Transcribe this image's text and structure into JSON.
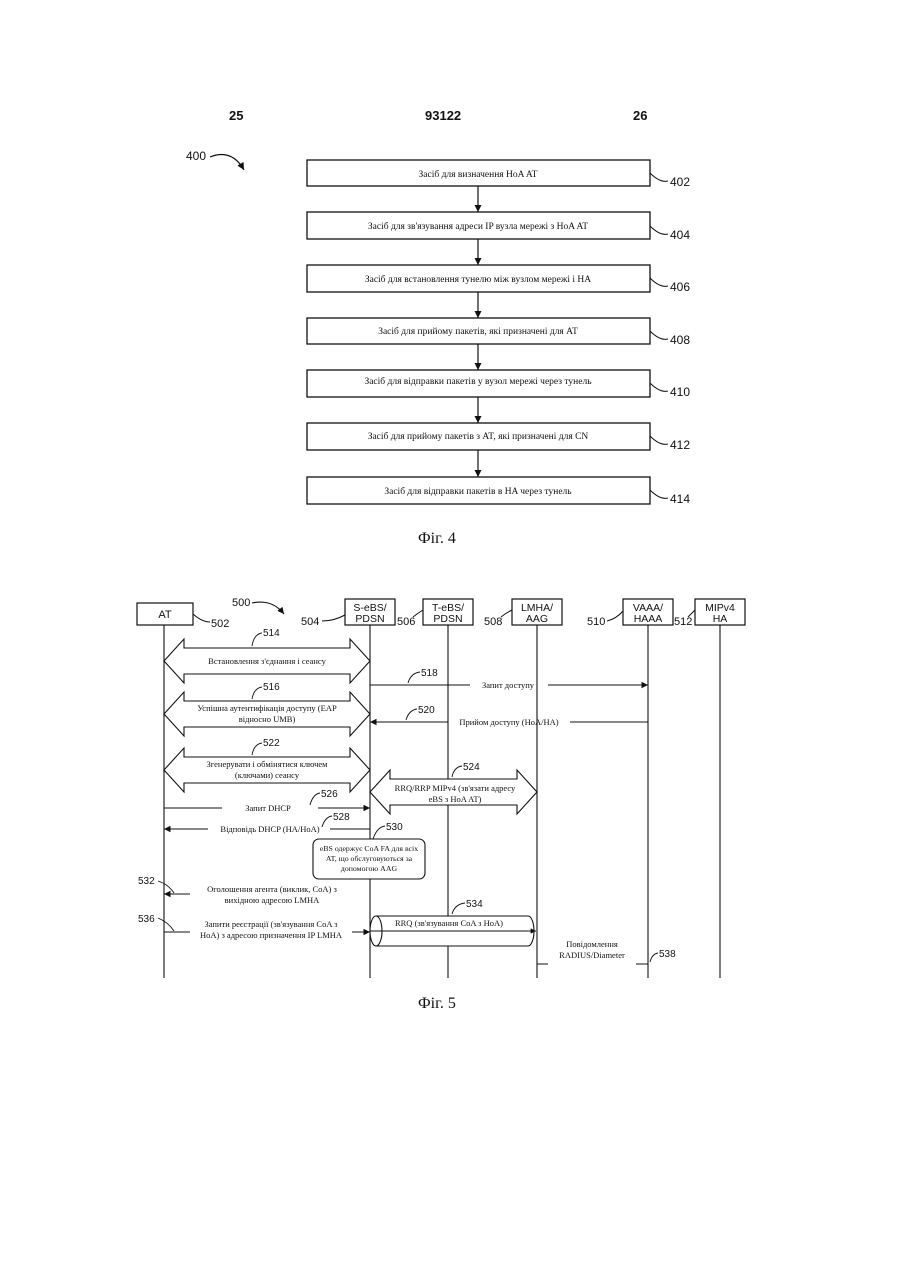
{
  "header": {
    "left": "25",
    "center": "93122",
    "right": "26"
  },
  "fig4": {
    "ref": "400",
    "caption": "Фіг. 4",
    "steps": [
      {
        "label": "Засіб для визначення HoA AT",
        "ref": "402"
      },
      {
        "label": "Засіб для зв'язування адреси IP вузла мережі з HoA AT",
        "ref": "404"
      },
      {
        "label": "Засіб для встановлення тунелю між вузлом мережі і HA",
        "ref": "406"
      },
      {
        "label": "Засіб для прийому пакетів, які призначені для AT",
        "ref": "408"
      },
      {
        "label": "Засіб для відправки пакетів у вузол мережі через тунель",
        "ref": "410"
      },
      {
        "label": "Засіб для прийому пакетів з AT, які призначені для CN",
        "ref": "412"
      },
      {
        "label": "Засіб для відправки пакетів в HA через тунель",
        "ref": "414"
      }
    ]
  },
  "fig5": {
    "ref": "500",
    "caption": "Фіг. 5",
    "entities": [
      {
        "line1": "AT",
        "line2": "",
        "ref": "502"
      },
      {
        "line1": "S-eBS/",
        "line2": "PDSN",
        "ref": "504"
      },
      {
        "line1": "T-eBS/",
        "line2": "PDSN",
        "ref": "506"
      },
      {
        "line1": "LMHA/",
        "line2": "AAG",
        "ref": "508"
      },
      {
        "line1": "VAAA/",
        "line2": "HAAA",
        "ref": "510"
      },
      {
        "line1": "MIPv4",
        "line2": "HA",
        "ref": "512"
      }
    ],
    "messages": {
      "m514": {
        "ref": "514",
        "label": "Встановлення з'єднання і сеансу"
      },
      "m516": {
        "ref": "516",
        "line1": "Успішна аутентифікація доступу (EAP",
        "line2": "відносно UMB)"
      },
      "m518": {
        "ref": "518",
        "label": "Запит доступу"
      },
      "m520": {
        "ref": "520",
        "label": "Прийом доступу (HoA/HA)"
      },
      "m522": {
        "ref": "522",
        "line1": "Згенерувати і обмінятися ключем",
        "line2": "(ключами) сеансу"
      },
      "m524": {
        "ref": "524",
        "line1": "RRQ/RRP MIPv4 (зв'язати адресу",
        "line2": "eBS з HoA AT)"
      },
      "m526": {
        "ref": "526",
        "label": "Запит DHCP"
      },
      "m528": {
        "ref": "528",
        "label": "Відповідь DHCP (HA/HoA)"
      },
      "m530": {
        "ref": "530",
        "line1": "eBS одержує CoA FA для всіх",
        "line2": "AT, що обслуговуються за",
        "line3": "допомогою AAG"
      },
      "m532": {
        "ref": "532",
        "line1": "Оголошення агента (виклик, CoA) з",
        "line2": "вихідною адресою LMHA"
      },
      "m534": {
        "ref": "534",
        "label": "RRQ (зв'язування CoA з HoA)"
      },
      "m536": {
        "ref": "536",
        "line1": "Запити реєстрації (зв'язування CoA з",
        "line2": "HoA) з адресою призначення IP LMHA"
      },
      "m538": {
        "ref": "538",
        "line1": "Повідомлення",
        "line2": "RADIUS/Diameter"
      }
    }
  }
}
